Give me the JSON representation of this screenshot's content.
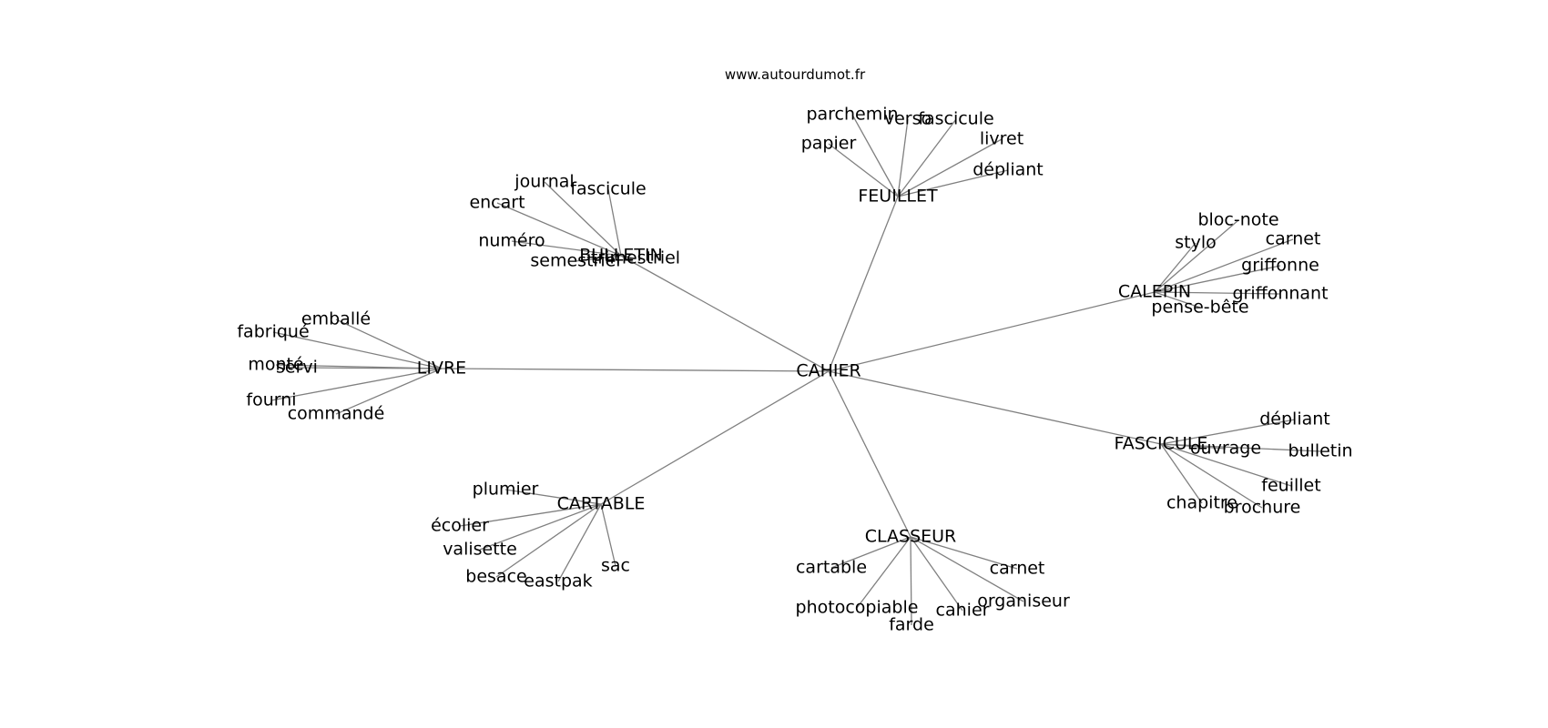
{
  "source": "www.autourdumot.fr",
  "center": "CAHIER",
  "hubs": [
    {
      "id": "feuillet",
      "label": "FEUILLET",
      "leaves": [
        "papier",
        "parchemin",
        "verso",
        "fascicule",
        "livret",
        "dépliant"
      ]
    },
    {
      "id": "bulletin",
      "label": "BULLETIN",
      "leaves": [
        "journal",
        "fascicule",
        "encart",
        "numéro",
        "semestriel",
        "trimestriel"
      ]
    },
    {
      "id": "calepin",
      "label": "CALEPIN",
      "leaves": [
        "bloc-note",
        "stylo",
        "carnet",
        "griffonne",
        "griffonnant",
        "pense-bête"
      ]
    },
    {
      "id": "livre",
      "label": "LIVRE",
      "leaves": [
        "emballé",
        "fabriqué",
        "monté",
        "servi",
        "fourni",
        "commandé"
      ]
    },
    {
      "id": "fascicule",
      "label": "FASCICULE",
      "leaves": [
        "dépliant",
        "ouvrage",
        "bulletin",
        "feuillet",
        "brochure",
        "chapitre"
      ]
    },
    {
      "id": "cartable",
      "label": "CARTABLE",
      "leaves": [
        "plumier",
        "écolier",
        "valisette",
        "besace",
        "eastpak",
        "sac"
      ]
    },
    {
      "id": "classeur",
      "label": "CLASSEUR",
      "leaves": [
        "cartable",
        "photocopiable",
        "farde",
        "cahier",
        "organiseur",
        "carnet"
      ]
    }
  ]
}
